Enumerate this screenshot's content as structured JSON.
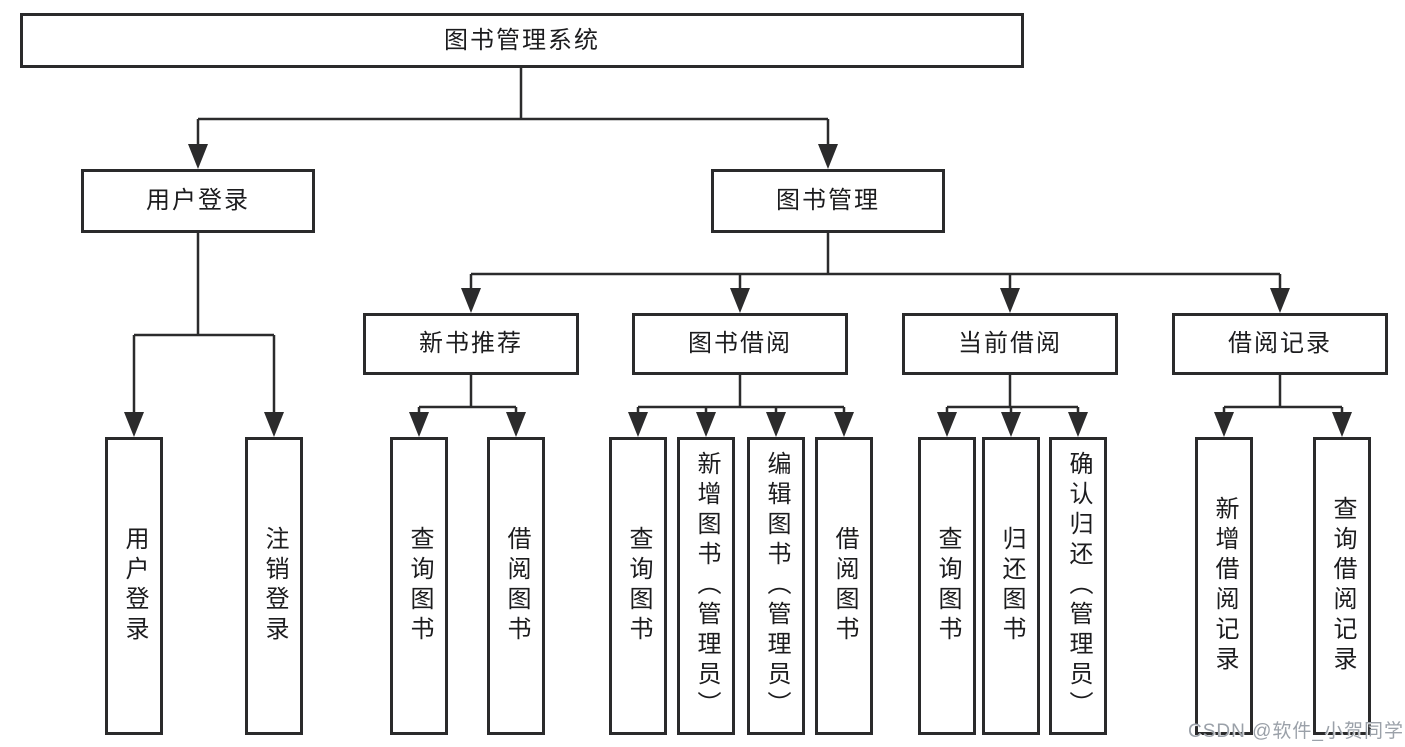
{
  "tree": {
    "label": "图书管理系统",
    "children": [
      {
        "label": "用户登录",
        "children": [
          {
            "label": "用户登录"
          },
          {
            "label": "注销登录"
          }
        ]
      },
      {
        "label": "图书管理",
        "children": [
          {
            "label": "新书推荐",
            "children": [
              {
                "label": "查询图书"
              },
              {
                "label": "借阅图书"
              }
            ]
          },
          {
            "label": "图书借阅",
            "children": [
              {
                "label": "查询图书"
              },
              {
                "label": "新增图书（管理员）"
              },
              {
                "label": "编辑图书（管理员）"
              },
              {
                "label": "借阅图书"
              }
            ]
          },
          {
            "label": "当前借阅",
            "children": [
              {
                "label": "查询图书"
              },
              {
                "label": "归还图书"
              },
              {
                "label": "确认归还（管理员）"
              }
            ]
          },
          {
            "label": "借阅记录",
            "children": [
              {
                "label": "新增借阅记录"
              },
              {
                "label": "查询借阅记录"
              }
            ]
          }
        ]
      }
    ]
  },
  "watermark": {
    "text": "CSDN @软件_小贺同学"
  },
  "colors": {
    "line": "#2b2b2c",
    "box_border": "#2a2a2b",
    "text": "#1c1c1e",
    "background": "#ffffff",
    "watermark": "#9ba1a9"
  }
}
